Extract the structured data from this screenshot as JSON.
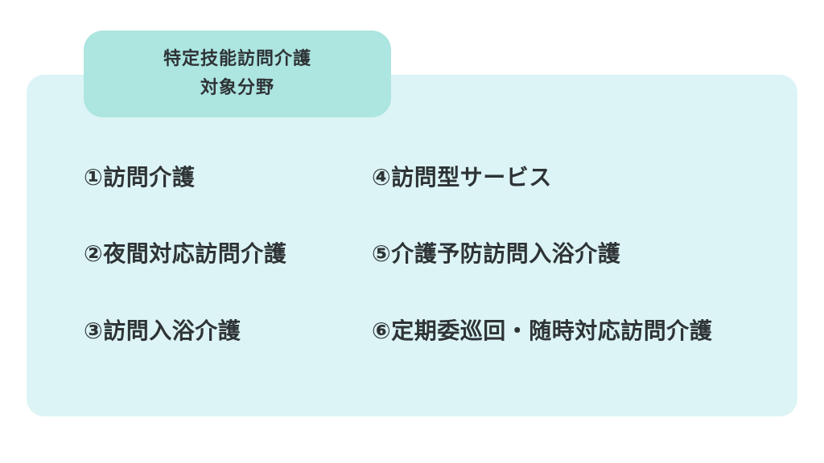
{
  "header": {
    "line1": "特定技能訪問介護",
    "line2": "対象分野"
  },
  "items": [
    {
      "label": "①訪問介護"
    },
    {
      "label": "②夜間対応訪問介護"
    },
    {
      "label": "③訪問入浴介護"
    },
    {
      "label": "④訪問型サービス"
    },
    {
      "label": "⑤介護予防訪問入浴介護"
    },
    {
      "label": "⑥定期委巡回・随時対応訪問介護"
    }
  ],
  "colors": {
    "panel_background": "#dcf4f5",
    "header_background": "#ade5e0",
    "text": "#2e3336"
  }
}
